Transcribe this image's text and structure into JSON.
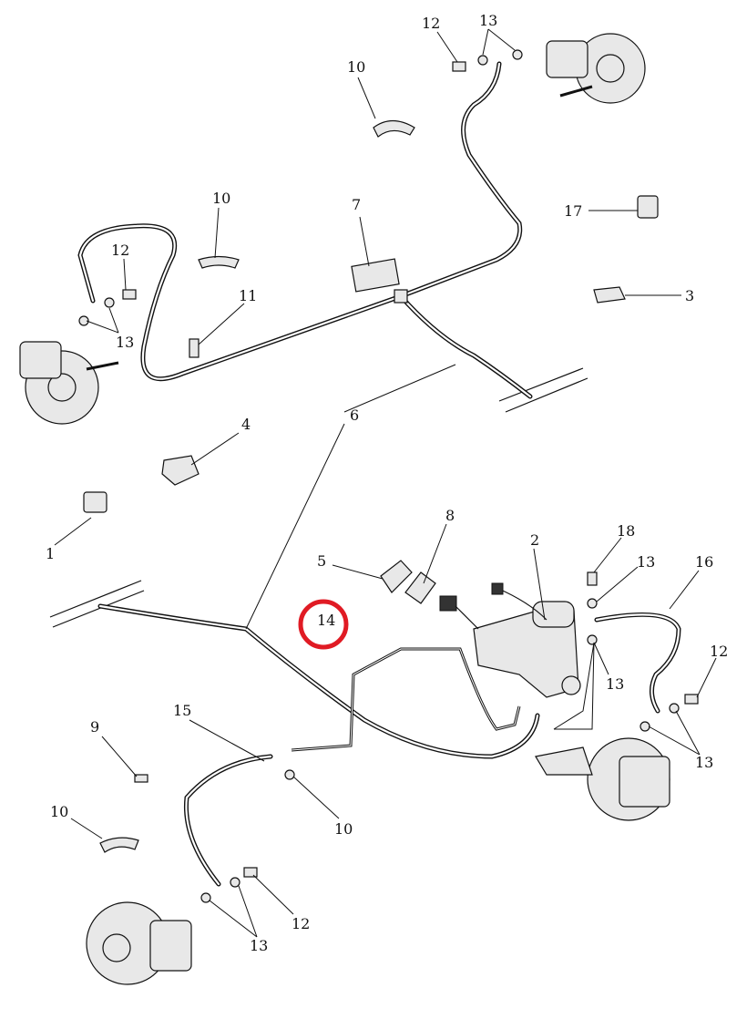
{
  "diagram_title": "",
  "labels": [
    "12",
    "13",
    "10",
    "10",
    "7",
    "17",
    "12",
    "11",
    "3",
    "13",
    "6",
    "4",
    "8",
    "2",
    "18",
    "5",
    "1",
    "13",
    "16",
    "14",
    "12",
    "13",
    "9",
    "15",
    "13",
    "10",
    "10",
    "12",
    "13"
  ],
  "highlight": {
    "label": "14",
    "color": "#e01b24"
  }
}
